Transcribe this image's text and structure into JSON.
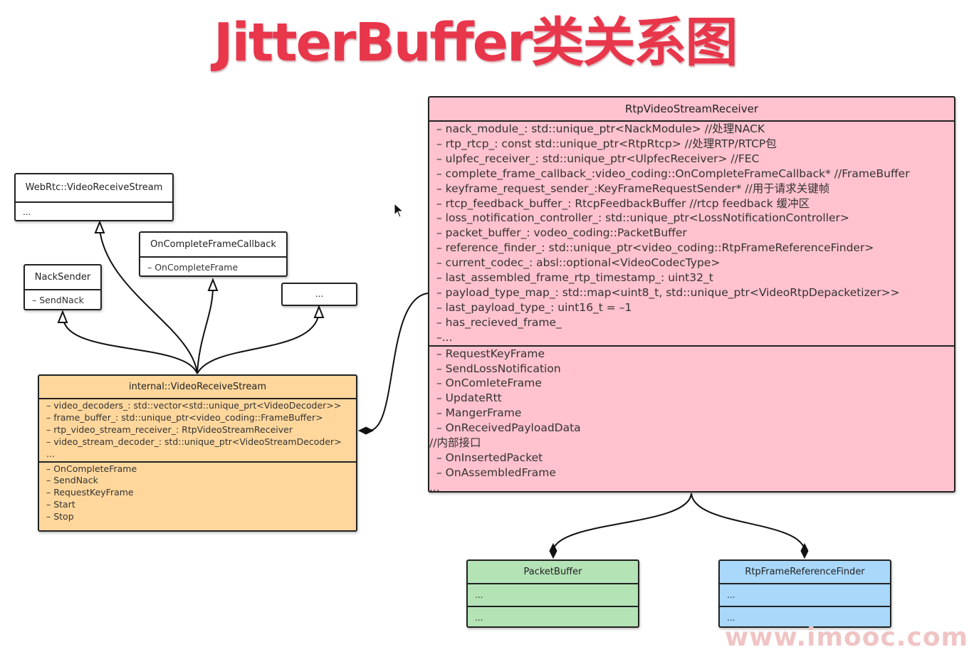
{
  "title": "JitterBuffer类关系图",
  "colors": {
    "title": "#e8364b",
    "rtp_video_stream_receiver": "#ffc2ce",
    "internal_video_receive_stream": "#ffd79c",
    "packet_buffer": "#b4e3b6",
    "rtp_frame_reference_finder": "#a9d8fb"
  },
  "classes": {
    "webrtc_video_receive_stream": {
      "name": "WebRtc::VideoReceiveStream",
      "attributes": [
        "..."
      ]
    },
    "on_complete_frame_callback": {
      "name": "OnCompleteFrameCallback",
      "attributes": [
        "– OnCompleteFrame"
      ]
    },
    "nack_sender": {
      "name": "NackSender",
      "attributes": [
        "– SendNack"
      ]
    },
    "unnamed_interface": {
      "name": "..."
    },
    "internal_video_receive_stream": {
      "name": "internal::VideoReceiveStream",
      "attributes": [
        "– video_decoders_: std::vector<std::unique_prt<VideoDecoder>>",
        "– frame_buffer_: std::unique_ptr<video_coding::FrameBuffer>",
        "– rtp_video_stream_receiver_: RtpVideoStreamReceiver",
        "– video_stream_decoder_: std::unique_ptr<VideoStreamDecoder>",
        "..."
      ],
      "methods": [
        "– OnCompleteFrame",
        "– SendNack",
        "– RequestKeyFrame",
        "– Start",
        "– Stop",
        "..."
      ]
    },
    "rtp_video_stream_receiver": {
      "name": "RtpVideoStreamReceiver",
      "attributes": [
        "– nack_module_: std::unique_ptr<NackModule> //处理NACK",
        "– rtp_rtcp_: const std::unique_ptr<RtpRtcp> //处理RTP/RTCP包",
        "– ulpfec_receiver_: std::unique_ptr<UlpfecReceiver> //FEC",
        "– complete_frame_callback_:video_coding::OnCompleteFrameCallback* //FrameBuffer",
        "– keyframe_request_sender_:KeyFrameRequestSender* //用于请求关键帧",
        "– rtcp_feedback_buffer_: RtcpFeedbackBuffer //rtcp feedback 缓冲区",
        "– loss_notification_controller_: std::unique_ptr<LossNotificationController>",
        "– packet_buffer_: vodeo_coding::PacketBuffer",
        "– reference_finder_: std::unique_ptr<video_coding::RtpFrameReferenceFinder>",
        "– current_codec_: absl::optional<VideoCodecType>",
        "– last_assembled_frame_rtp_timestamp_: uint32_t",
        "– payload_type_map_: std::map<uint8_t, std::unique_ptr<VideoRtpDepacketizer>>",
        "– last_payload_type_: uint16_t = –1",
        "– has_recieved_frame_",
        "–..."
      ],
      "methods": [
        "– RequestKeyFrame",
        "– SendLossNotification",
        "– OnComleteFrame",
        "– UpdateRtt",
        "– MangerFrame",
        "– OnReceivedPayloadData",
        "//内部接口",
        "– OnInsertedPacket",
        "– OnAssembledFrame",
        "..."
      ]
    },
    "packet_buffer": {
      "name": "PacketBuffer",
      "attributes": [
        "..."
      ],
      "methods": [
        "..."
      ]
    },
    "rtp_frame_reference_finder": {
      "name": "RtpFrameReferenceFinder",
      "attributes": [
        "..."
      ],
      "methods": [
        "..."
      ]
    }
  },
  "watermark": "www.imooc.com"
}
